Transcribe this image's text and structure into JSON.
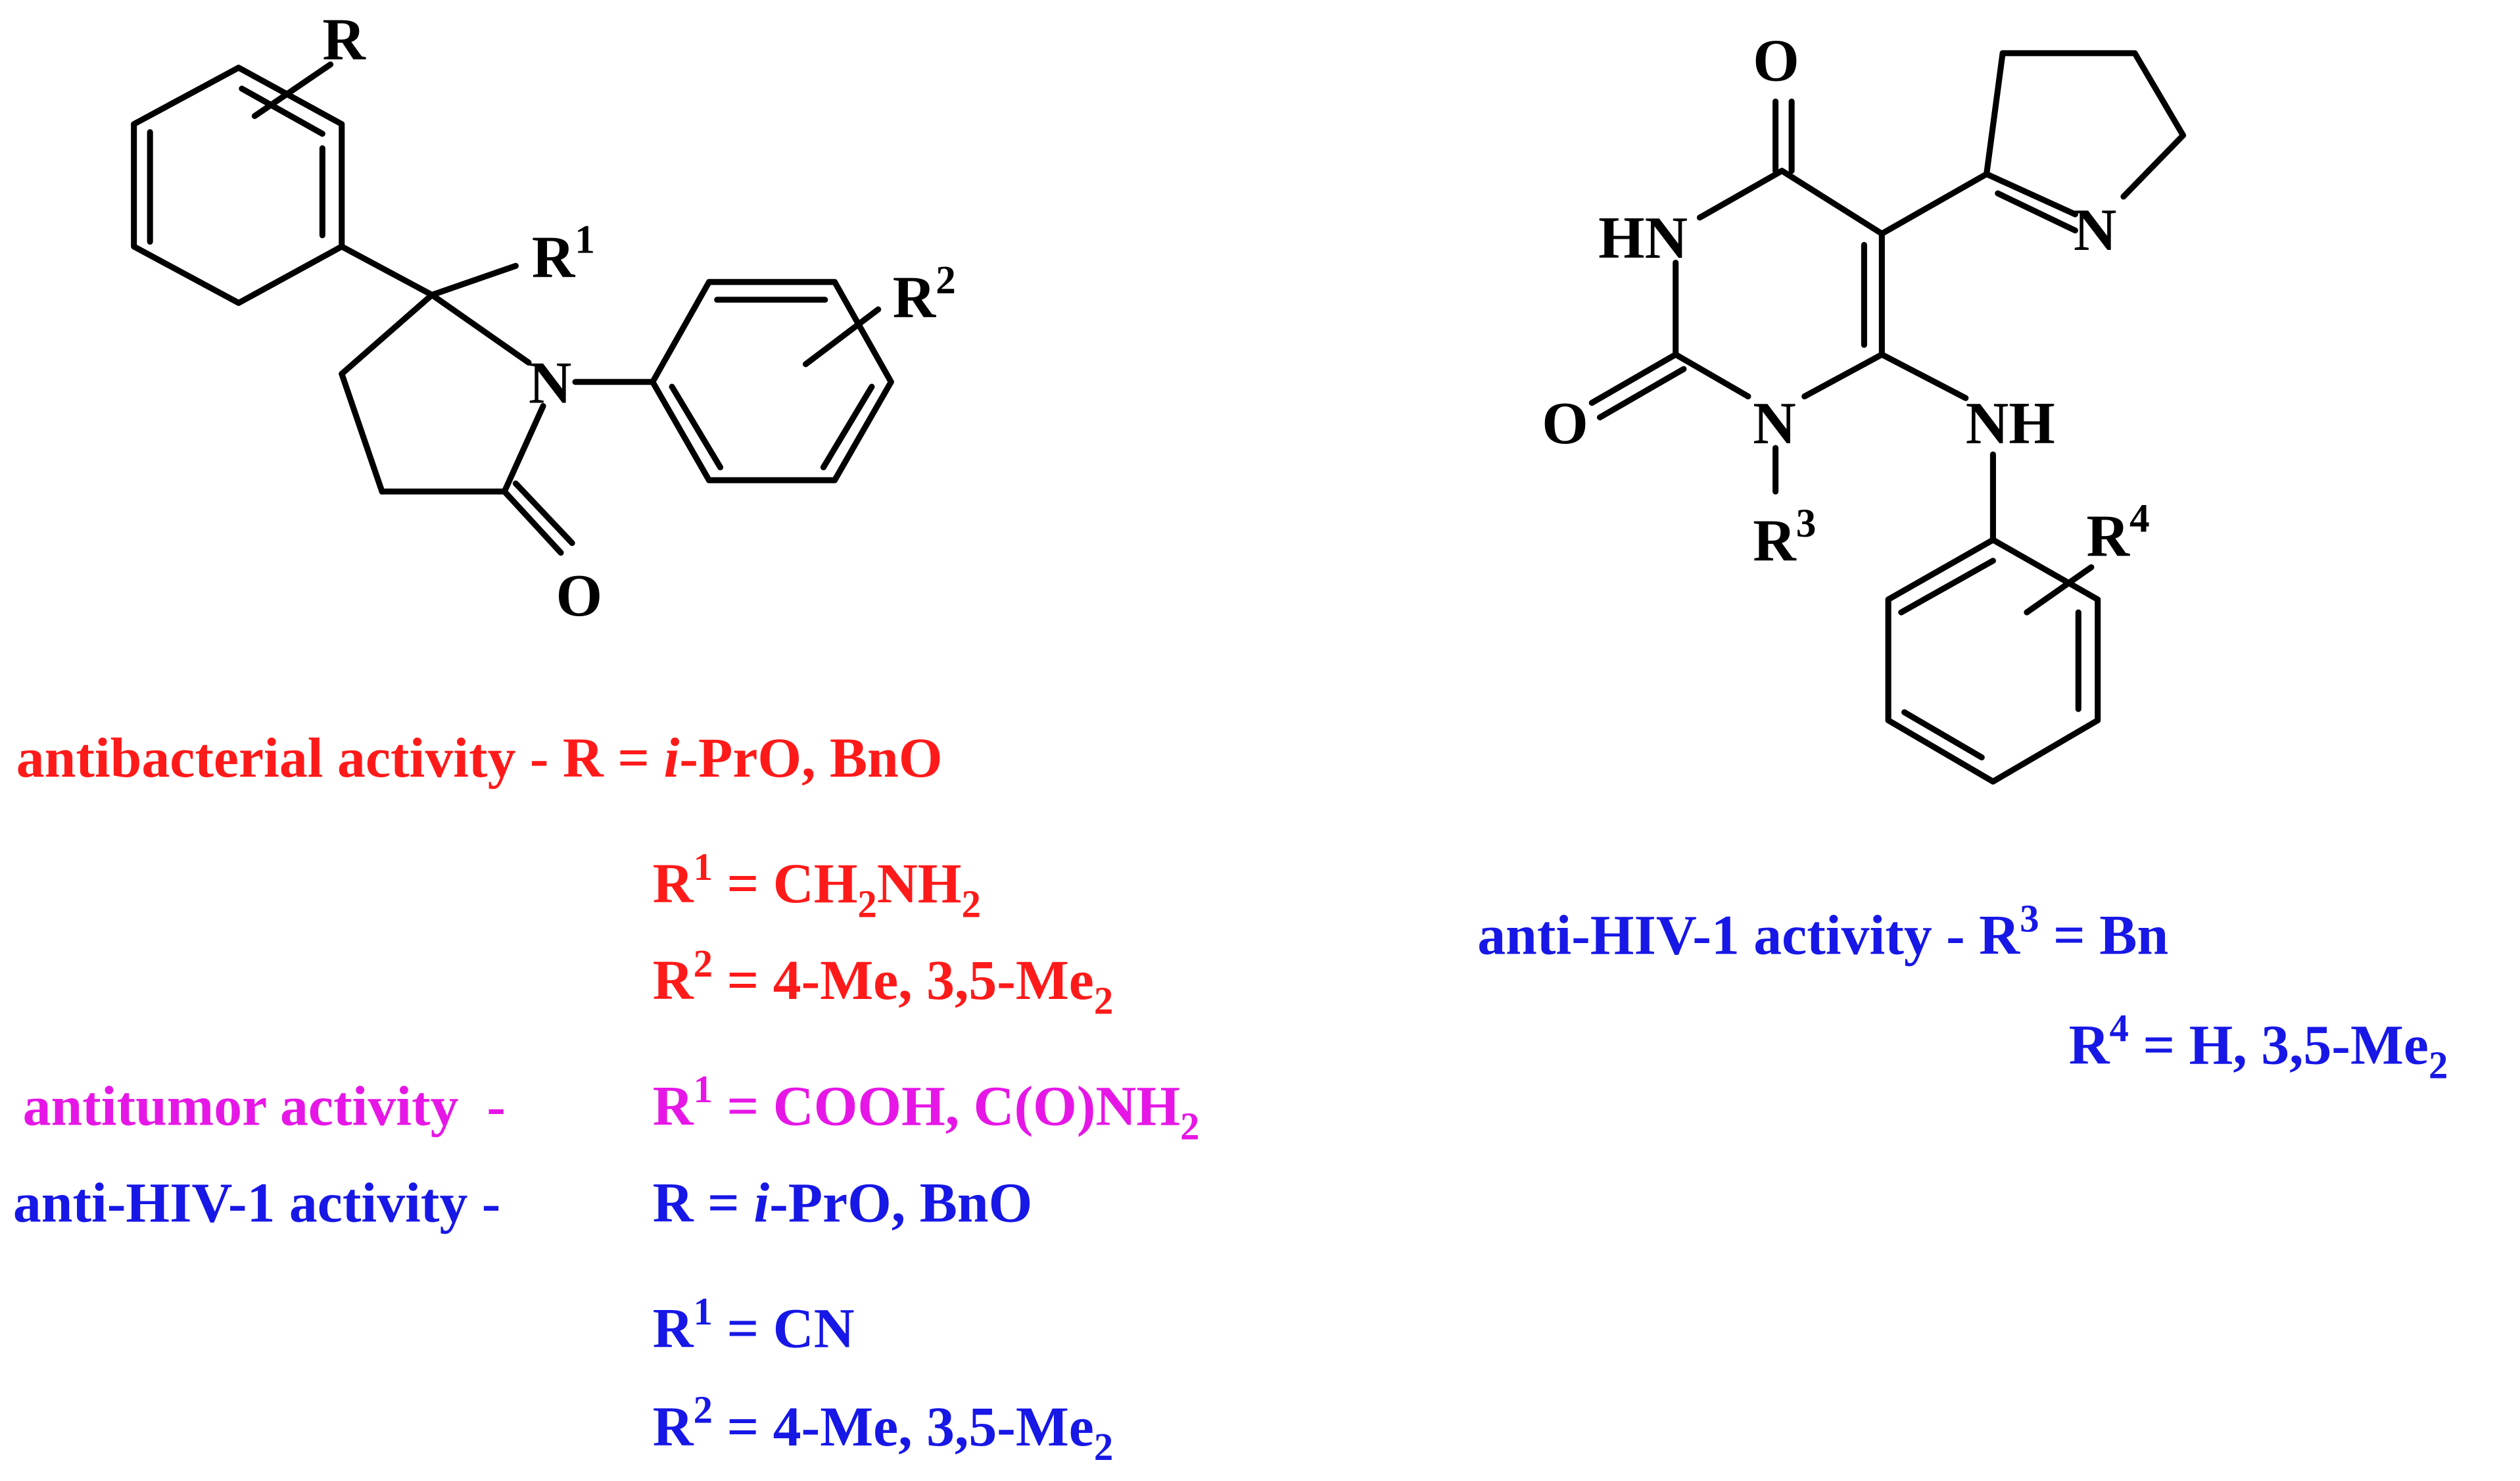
{
  "colors": {
    "red": "#ff1a1a",
    "magenta": "#e617e6",
    "blue": "#1717e6",
    "black": "#000000"
  },
  "structure_left": {
    "atoms": {
      "R": "R",
      "R1": "R",
      "R1_sup": "1",
      "R2": "R",
      "R2_sup": "2",
      "N": "N",
      "O": "O"
    }
  },
  "structure_right": {
    "atoms": {
      "O_top": "O",
      "HN": "HN",
      "N_ring": "N",
      "O_left": "O",
      "N_sub": "N",
      "NH": "NH",
      "R3": "R",
      "R3_sup": "3",
      "R4": "R",
      "R4_sup": "4"
    }
  },
  "captions_left": {
    "antibacterial": {
      "label": "antibacterial activity - ",
      "r_eq": "R = ",
      "r_italic": "i",
      "r_rest": "-PrO, BnO",
      "r1_pre": "R",
      "r1_sup": "1",
      "r1_mid": " = CH",
      "r1_sub1": "2",
      "r1_mid2": "NH",
      "r1_sub2": "2",
      "r2_pre": "R",
      "r2_sup": "2",
      "r2_mid": " = 4-Me, 3,5-Me",
      "r2_sub": "2"
    },
    "antitumor": {
      "label": "antitumor activity  -",
      "r1_pre": "R",
      "r1_sup": "1",
      "r1_mid": " = COOH, C(O)NH",
      "r1_sub": "2"
    },
    "antihiv": {
      "label": "anti-HIV-1 activity -",
      "r_eq": "R = ",
      "r_italic": "i",
      "r_rest": "-PrO, BnO",
      "r1_pre": "R",
      "r1_sup": "1",
      "r1_mid": " = CN",
      "r2_pre": "R",
      "r2_sup": "2",
      "r2_mid": " = 4-Me, 3,5-Me",
      "r2_sub": "2"
    }
  },
  "captions_right": {
    "antihiv": {
      "label": "anti-HIV-1 activity - ",
      "r3_pre": "R",
      "r3_sup": "3",
      "r3_mid": " = Bn",
      "r4_pre": "R",
      "r4_sup": "4",
      "r4_mid": " = H, 3,5-Me",
      "r4_sub": "2"
    }
  }
}
